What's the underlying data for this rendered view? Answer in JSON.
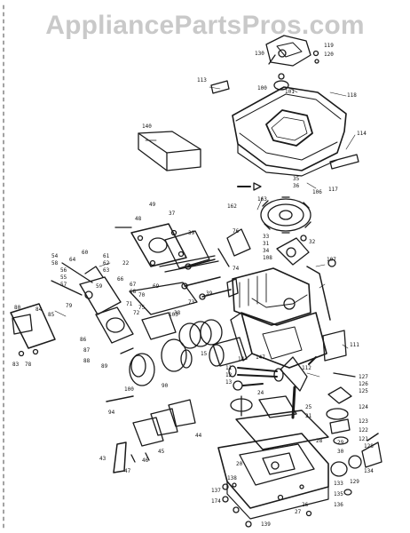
{
  "watermark": "AppliancePartsPros.com",
  "labels": {
    "cap_130": "130",
    "cap_119": "119",
    "cap_120": "120",
    "n113": "113",
    "n100": "100",
    "n101": "101",
    "n118": "118",
    "n114": "114",
    "n140": "140",
    "n35": "35",
    "n36": "36",
    "n106": "106",
    "n117": "117",
    "n163": "163",
    "n162": "162",
    "n49": "49",
    "n37": "37",
    "n48": "48",
    "n22": "22",
    "n39": "39",
    "n76": "76",
    "n32": "32",
    "n33": "33",
    "n31": "31",
    "n34": "34",
    "n108": "108",
    "n107": "107",
    "n60": "60",
    "n64": "64",
    "n61": "61",
    "n62": "62",
    "n63": "63",
    "n54": "54",
    "n58": "58",
    "n56": "56",
    "n55": "55",
    "n57": "57",
    "n59": "59",
    "n66": "66",
    "n67": "67",
    "n68": "68",
    "n69": "69",
    "n70": "70",
    "n71": "71",
    "n72": "72",
    "n73": "73",
    "n74": "74",
    "n75": "75",
    "n103": "103",
    "n111": "111",
    "n112": "112",
    "n147": "147",
    "n38": "38",
    "n39b": "39",
    "n80": "80",
    "n85": "85",
    "n84": "84",
    "n79": "79",
    "n78": "78",
    "n83": "83",
    "n11": "11",
    "n12": "12",
    "n13": "13",
    "n14": "14",
    "n15": "15",
    "n100b": "100",
    "n94": "94",
    "n86": "86",
    "n87": "87",
    "n88": "88",
    "n89": "89",
    "n90": "90",
    "n127": "127",
    "n126": "126",
    "n125": "125",
    "n124": "124",
    "n123": "123",
    "n122": "122",
    "n121": "121",
    "n24": "24",
    "n25": "25",
    "n21": "21",
    "n28": "28",
    "n29": "29",
    "n30": "30",
    "n43": "43",
    "n44": "44",
    "n45": "45",
    "n46": "46",
    "n47": "47",
    "n137": "137",
    "n174": "174",
    "n138": "138",
    "n139": "139",
    "n20": "20",
    "n27": "27",
    "n26": "26",
    "n133": "133",
    "n134": "134",
    "n128": "128",
    "n135": "135",
    "n136": "136",
    "n129": "129"
  }
}
